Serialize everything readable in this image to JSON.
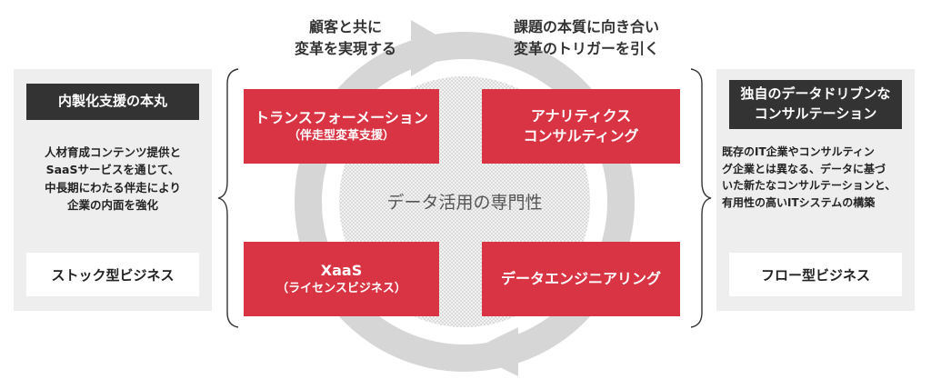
{
  "top_captions": {
    "left": "顧客と共に\n変革を実現する",
    "right": "課題の本質に向き合い\n変革のトリガーを引く"
  },
  "center_label": "データ活用の専門性",
  "quadrants": {
    "top_left": {
      "main": "トランスフォーメーション",
      "sub": "（伴走型変革支援）"
    },
    "top_right": {
      "main": "アナリティクス\nコンサルティング"
    },
    "bottom_left": {
      "main": "XaaS",
      "sub": "（ライセンスビジネス）"
    },
    "bottom_right": {
      "main": "データエンジニアリング"
    }
  },
  "left_panel": {
    "title": "内製化支援の本丸",
    "description": "人材育成コンテンツ提供と\nSaaSサービスを通じて、\n中長期にわたる伴走により\n企業の内面を強化",
    "business_type": "ストック型ビジネス"
  },
  "right_panel": {
    "title": "独自のデータドリブンな\nコンサルテーション",
    "description": "既存のIT企業やコンサルティン\nグ企業とは異なる、データに基づ\nいた新たなコンサルテーションと、\n有用性の高いITシステムの構築",
    "business_type": "フロー型ビジネス"
  },
  "colors": {
    "accent_red": "#d93444",
    "dark_label": "#333333",
    "panel_gray": "#eeeeee",
    "cycle_gray": "#d6d6d6"
  },
  "icons": [
    "cycle-arrow-icon",
    "left-brace-icon",
    "right-brace-icon"
  ]
}
